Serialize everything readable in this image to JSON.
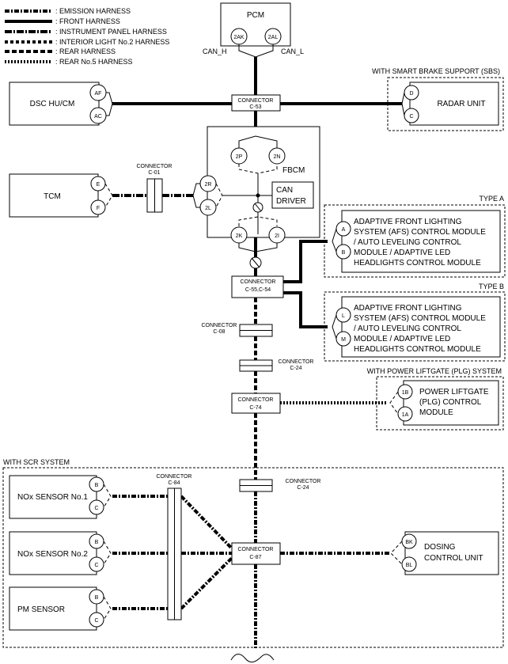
{
  "legend": [
    {
      "key": "emission",
      "label": ": EMISSION HARNESS"
    },
    {
      "key": "front",
      "label": ": FRONT HARNESS"
    },
    {
      "key": "ip",
      "label": ": INSTRUMENT PANEL HARNESS"
    },
    {
      "key": "il2",
      "label": ": INTERIOR LIGHT No.2 HARNESS"
    },
    {
      "key": "rear",
      "label": ": REAR HARNESS"
    },
    {
      "key": "rear5",
      "label": ": REAR No.5 HARNESS"
    }
  ],
  "modules": {
    "pcm": {
      "title": "PCM",
      "pins": [
        "2AK",
        "2AL"
      ],
      "can_h": "CAN_H",
      "can_l": "CAN_L"
    },
    "dsc": {
      "title": "DSC HU/CM",
      "pins": [
        "AF",
        "AC"
      ]
    },
    "radar": {
      "title": "RADAR UNIT",
      "pins": [
        "D",
        "C"
      ],
      "group": "WITH SMART BRAKE SUPPORT (SBS)"
    },
    "tcm": {
      "title": "TCM",
      "pins": [
        "E",
        "F"
      ]
    },
    "fbcm": {
      "title": "FBCM",
      "pins_top": [
        "2P",
        "2N"
      ],
      "pins_left": [
        "2R",
        "2L"
      ],
      "pins_bottom": [
        "2K",
        "2I"
      ],
      "can_driver": [
        "CAN",
        "DRIVER"
      ]
    },
    "afs_a": {
      "group": "TYPE A",
      "pins": [
        "A",
        "B"
      ],
      "lines": [
        "ADAPTIVE FRONT LIGHTING",
        "SYSTEM (AFS) CONTROL MODULE",
        "/ AUTO LEVELING CONTROL",
        "MODULE / ADAPTIVE LED",
        "HEADLIGHTS CONTROL MODULE"
      ]
    },
    "afs_b": {
      "group": "TYPE B",
      "pins": [
        "L",
        "M"
      ],
      "lines": [
        "ADAPTIVE FRONT LIGHTING",
        "SYSTEM (AFS) CONTROL MODULE",
        "/ AUTO LEVELING CONTROL",
        "MODULE / ADAPTIVE LED",
        "HEADLIGHTS CONTROL MODULE"
      ]
    },
    "plg": {
      "group": "WITH POWER LIFTGATE (PLG) SYSTEM",
      "pins": [
        "1B",
        "1A"
      ],
      "lines": [
        "POWER LIFTGATE",
        "(PLG) CONTROL",
        "MODULE"
      ]
    },
    "scr_group": "WITH SCR SYSTEM",
    "nox1": {
      "title": "NOx SENSOR No.1",
      "pins": [
        "B",
        "C"
      ]
    },
    "nox2": {
      "title": "NOx SENSOR No.2",
      "pins": [
        "B",
        "C"
      ]
    },
    "pm": {
      "title": "PM SENSOR",
      "pins": [
        "B",
        "C"
      ]
    },
    "dosing": {
      "lines": [
        "DOSING",
        "CONTROL UNIT"
      ],
      "pins": [
        "BK",
        "BL"
      ]
    }
  },
  "connectors": {
    "c53": {
      "title": "CONNECTOR",
      "id": "C-53"
    },
    "c01": {
      "title": "CONNECTOR",
      "id": "C-01"
    },
    "c55": {
      "title": "CONNECTOR",
      "id": "C-55,C-54"
    },
    "c08": {
      "title": "CONNECTOR",
      "id": "C-08"
    },
    "c24a": {
      "title": "CONNECTOR",
      "id": "C-24"
    },
    "c74": {
      "title": "CONNECTOR",
      "id": "C-74"
    },
    "c24b": {
      "title": "CONNECTOR",
      "id": "C-24"
    },
    "c84": {
      "title": "CONNECTOR",
      "id": "C-84"
    },
    "c87": {
      "title": "CONNECTOR",
      "id": "C-87"
    }
  }
}
